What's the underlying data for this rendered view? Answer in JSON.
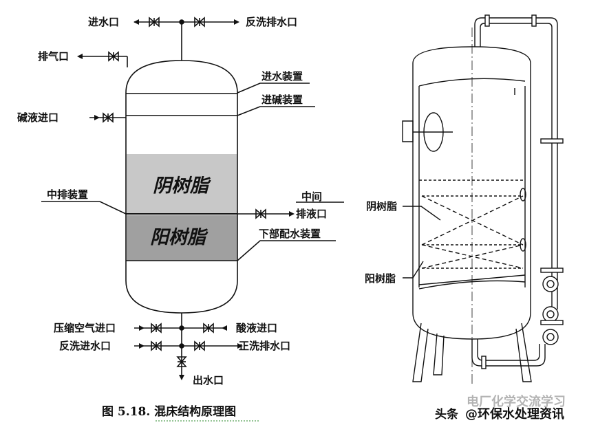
{
  "left_diagram": {
    "inlets": {
      "water_inlet": "进水口",
      "backwash_drain": "反洗排水口",
      "vent": "排气口",
      "alkali_inlet": "碱液进口",
      "compressed_air_inlet": "压缩空气进口",
      "acid_inlet": "酸液进口",
      "backwash_water_inlet": "反洗进水口",
      "rinse_drain": "正洗排水口",
      "outlet": "出水口"
    },
    "devices": {
      "water_distributor": "进水装置",
      "alkali_distributor": "进碱装置",
      "middle_drain": "中排装置",
      "middle_drain_outlet_line1": "中间",
      "middle_drain_outlet_line2": "排液口",
      "lower_distributor": "下部配水装置"
    },
    "resins": {
      "anion": "阴树脂",
      "cation": "阳树脂"
    },
    "caption": "图 5.18.  混床结构原理图"
  },
  "right_diagram": {
    "labels": {
      "anion": "阴树脂",
      "cation": "阳树脂"
    },
    "caption_prefix": "头条",
    "watermark_top": "电厂化学交流学习",
    "watermark_bottom": "@环保水处理资讯"
  },
  "colors": {
    "anion_fill": "#c8c8c8",
    "cation_fill": "#a0a0a0",
    "line": "#111111"
  }
}
